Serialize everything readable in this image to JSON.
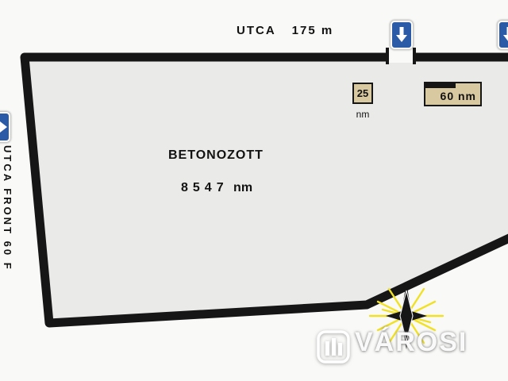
{
  "colors": {
    "background": "#f9f9f7",
    "plot_fill": "#eaeae8",
    "outline": "#161616",
    "building_fill": "#d9c9a0",
    "arrow_blue": "#2b5ba6",
    "compass_ray_yellow": "#f1e126",
    "watermark_white": "#ffffff"
  },
  "streets": {
    "top": {
      "name": "UTCA",
      "length": "175 m"
    },
    "left": {
      "label": "UTCA FRONT 60 F"
    }
  },
  "plot": {
    "surface_label": "BETONOZOTT",
    "area_value": "8547",
    "area_unit": "nm"
  },
  "buildings": {
    "small": {
      "value": "25",
      "unit": "nm"
    },
    "large": {
      "label": "60 nm"
    }
  },
  "watermark": {
    "brand": "VÁROSI"
  },
  "icons": {
    "entrance_top": "arrow-down-icon",
    "entrance_right": "arrow-down-icon",
    "entrance_left": "arrow-right-icon",
    "compass": "compass-rose-icon",
    "brand_logo": "building-logo-icon"
  }
}
